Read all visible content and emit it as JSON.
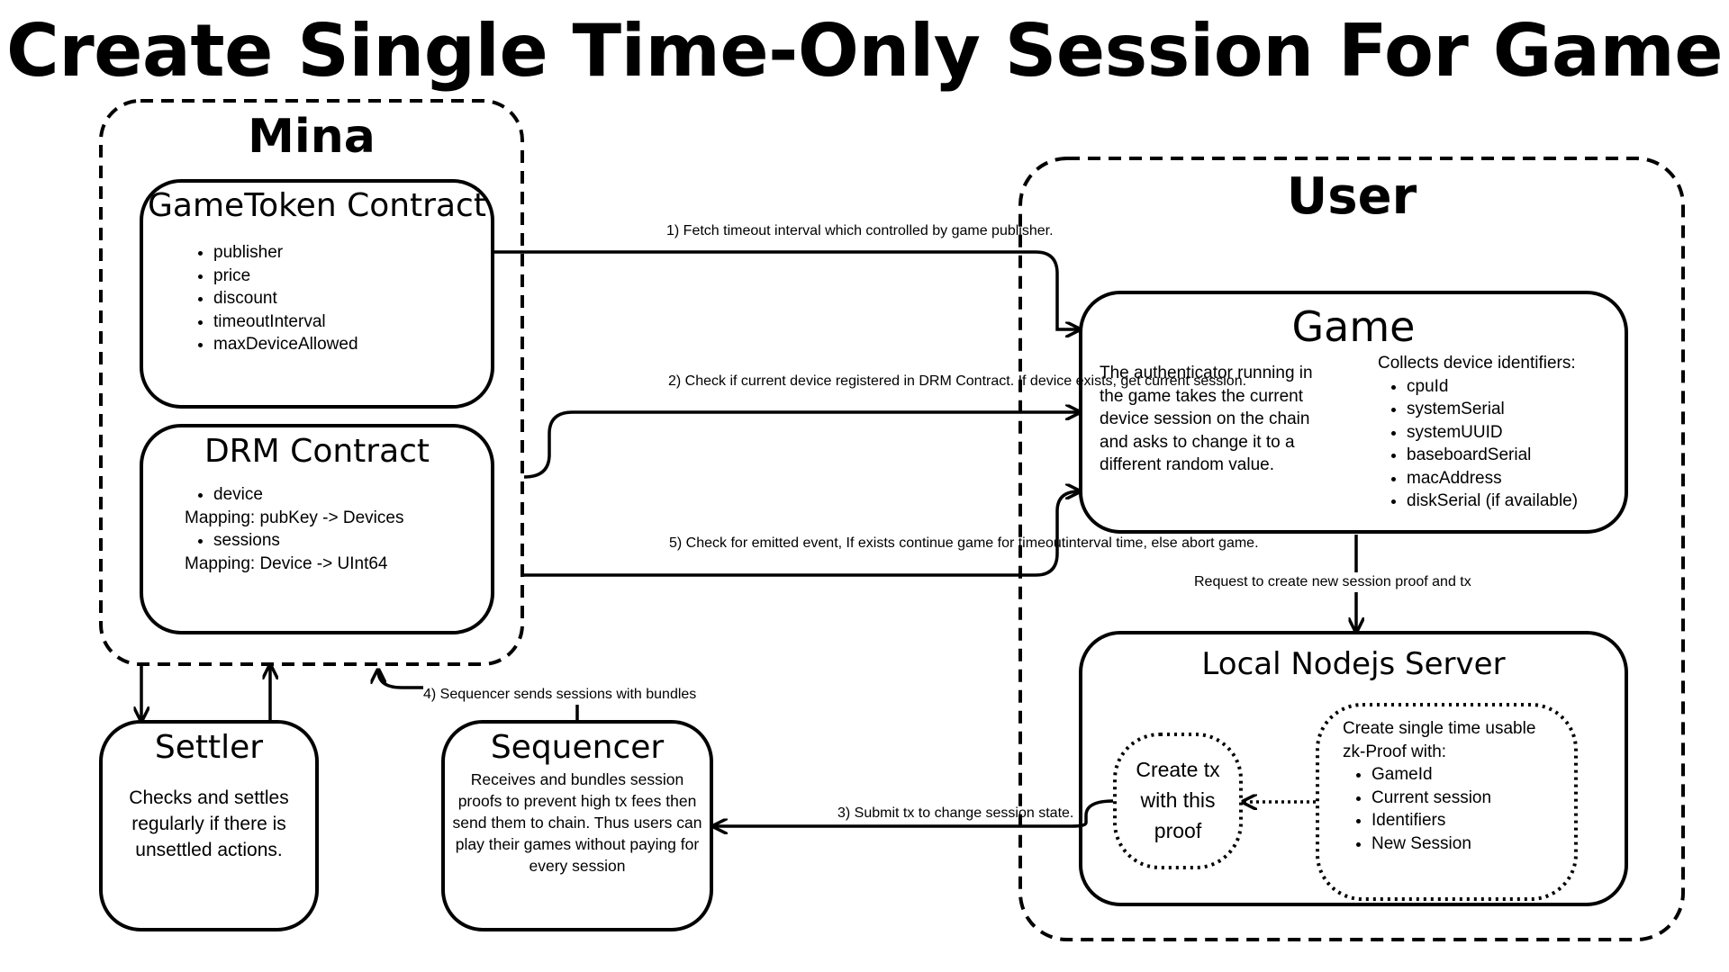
{
  "title": "Create Single Time-Only Session For Game",
  "mina": {
    "title": "Mina",
    "gametoken": {
      "title": "GameToken Contract",
      "fields": [
        "publisher",
        "price",
        "discount",
        "timeoutInterval",
        "maxDeviceAllowed"
      ]
    },
    "drm": {
      "title": "DRM Contract",
      "item1": "device",
      "mapping1": "Mapping: pubKey -> Devices",
      "item2": "sessions",
      "mapping2": "Mapping: Device -> UInt64"
    }
  },
  "user": {
    "title": "User",
    "game": {
      "title": "Game",
      "description": "The authenticator running in the game takes the current device session on the chain and asks to change it to a different random value.",
      "identifiers_heading": "Collects device identifiers:",
      "identifiers": [
        "cpuId",
        "systemSerial",
        "systemUUID",
        "baseboardSerial",
        "macAddress",
        "diskSerial (if available)"
      ]
    },
    "nodejs": {
      "title": "Local Nodejs Server",
      "create_tx": "Create tx with this proof",
      "proof_heading_1": "Create single time usable",
      "proof_heading_2": "zk-Proof with:",
      "proof_items": [
        "GameId",
        "Current session",
        "Identifiers",
        "New Session"
      ]
    }
  },
  "settler": {
    "title": "Settler",
    "description": "Checks and settles regularly if there is unsettled actions."
  },
  "sequencer": {
    "title": "Sequencer",
    "description": "Receives and bundles session proofs to prevent high tx fees then send them to chain. Thus users can play their games without paying for every session"
  },
  "edges": {
    "step1": "1) Fetch timeout interval which controlled by game publisher.",
    "step2": "2) Check if current device registered in DRM Contract. If device exists, get current session.",
    "step3": "3) Submit tx to change session state.",
    "step4": "4) Sequencer sends sessions with bundles",
    "step5": "5) Check for emitted event, If exists continue game for timeoutinterval time, else abort game.",
    "request": "Request to create new session proof and tx"
  }
}
